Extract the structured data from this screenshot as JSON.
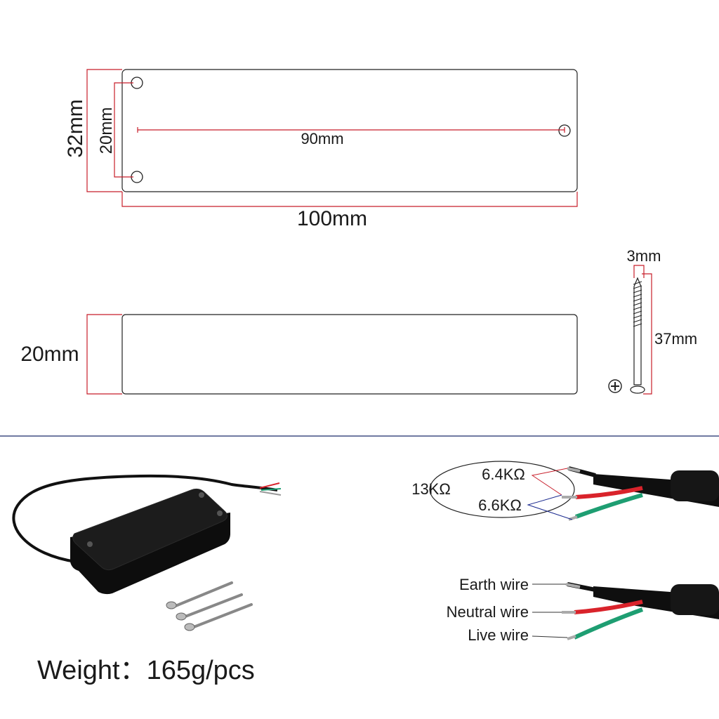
{
  "top_view": {
    "height_outer": "32mm",
    "height_hole_spacing": "20mm",
    "hole_spacing_length": "90mm",
    "length": "100mm"
  },
  "side_view": {
    "height": "20mm"
  },
  "screw": {
    "diameter": "3mm",
    "length": "37mm",
    "head_icon": "phillips-screw-head-icon"
  },
  "resistance": {
    "total": "13KΩ",
    "coil_a": "6.4KΩ",
    "coil_b": "6.6KΩ"
  },
  "wires": {
    "earth": "Earth wire",
    "neutral": "Neutral wire",
    "live": "Live wire",
    "colors": {
      "neutral": "#d9232b",
      "live": "#1e9e72",
      "sheath": "#111111"
    }
  },
  "weight": "Weight：165g/pcs",
  "colors": {
    "dimension": "#c81e2a",
    "divider": "#1b2a6b",
    "coil_b_leader": "#1b2a8f"
  }
}
